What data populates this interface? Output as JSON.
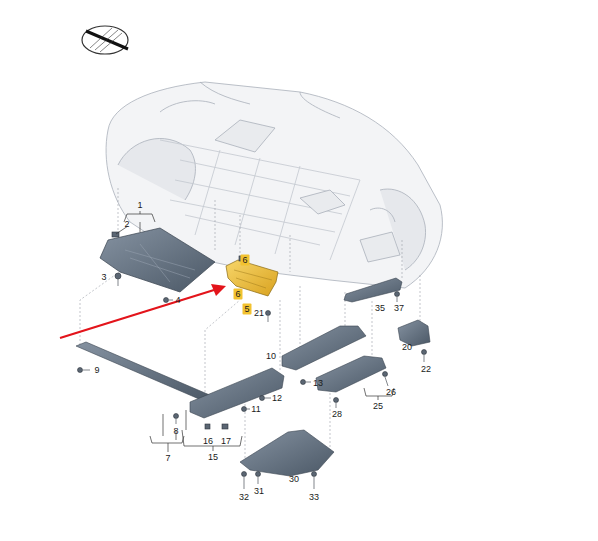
{
  "diagram": {
    "nodes": [
      {
        "text": [
          "6"
        ]
      },
      {
        "text": [
          "6"
        ]
      },
      {
        "text": [
          "5"
        ]
      }
    ],
    "labels": [
      "1",
      "2",
      "3",
      "4",
      "21",
      "35",
      "37",
      "20",
      "22",
      "10",
      "13",
      "26",
      "28",
      "25",
      "9",
      "12",
      "11",
      "8",
      "16",
      "17",
      "7",
      "15",
      "30",
      "32",
      "31",
      "33"
    ]
  }
}
